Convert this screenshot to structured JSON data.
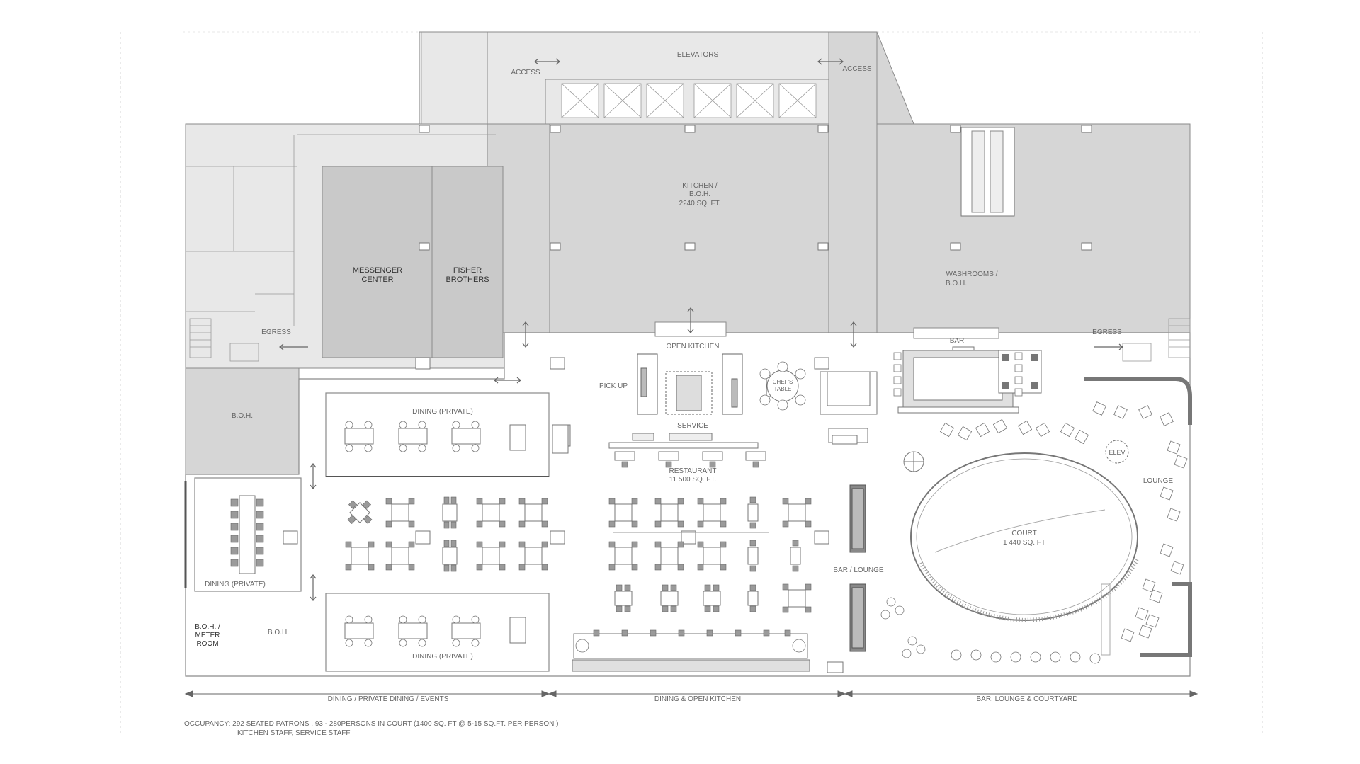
{
  "rooms": {
    "elevators": "ELEVATORS",
    "access_left": "ACCESS",
    "access_right": "ACCESS",
    "kitchen_line1": "KITCHEN /",
    "kitchen_line2": "B.O.H.",
    "kitchen_line3": "2240 SQ. FT.",
    "messenger_line1": "MESSENGER",
    "messenger_line2": "CENTER",
    "fisher_line1": "FISHER",
    "fisher_line2": "BROTHERS",
    "washrooms_line1": "WASHROOMS /",
    "washrooms_line2": "B.O.H.",
    "egress_left": "EGRESS",
    "egress_right": "EGRESS",
    "open_kitchen": "OPEN KITCHEN",
    "bar": "BAR",
    "pick_up": "PICK UP",
    "chefs_table_line1": "CHEF'S",
    "chefs_table_line2": "TABLE",
    "service": "SERVICE",
    "boh_upper": "B.O.H.",
    "dining_private_top": "DINING (PRIVATE)",
    "restaurant_line1": "RESTAURANT",
    "restaurant_line2": "11 500 SQ. FT.",
    "elev": "ELEV",
    "lounge": "LOUNGE",
    "court_line1": "COURT",
    "court_line2": "1 440 SQ. FT",
    "dining_private_left": "DINING (PRIVATE)",
    "bar_lounge": "BAR / LOUNGE",
    "boh_meter_line1": "B.O.H. /",
    "boh_meter_line2": "METER",
    "boh_meter_line3": "ROOM",
    "boh_lower": "B.O.H.",
    "dining_private_bottom": "DINING (PRIVATE)"
  },
  "zones": {
    "left": "DINING / PRIVATE DINING / EVENTS",
    "middle": "DINING & OPEN KITCHEN",
    "right": "BAR, LOUNGE & COURTYARD"
  },
  "occupancy": {
    "line1": "OCCUPANCY:  292 SEATED PATRONS , 93 - 280PERSONS IN COURT  (1400 SQ. FT @ 5-15 SQ.FT. PER PERSON )",
    "line2": "KITCHEN STAFF, SERVICE STAFF"
  },
  "colors": {
    "boh_fill": "#d6d6d6",
    "line": "#8a8a8a",
    "background": "#ffffff"
  }
}
